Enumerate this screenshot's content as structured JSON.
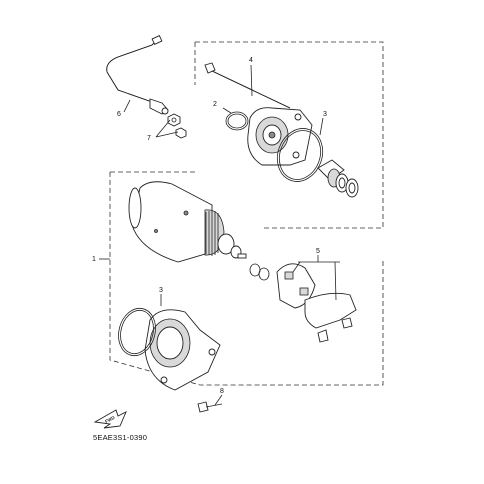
{
  "diagram": {
    "callouts": {
      "c1": "1",
      "c2": "2",
      "c3_top": "3",
      "c3_bottom": "3",
      "c4": "4",
      "c5": "5",
      "c6": "6",
      "c7": "7",
      "c8": "8"
    },
    "badge_text": "FWD",
    "drawing_code": "5EAE3S1-0390"
  },
  "colors": {
    "line": "#222222",
    "shade": "#d9d9d9",
    "background": "#ffffff"
  }
}
